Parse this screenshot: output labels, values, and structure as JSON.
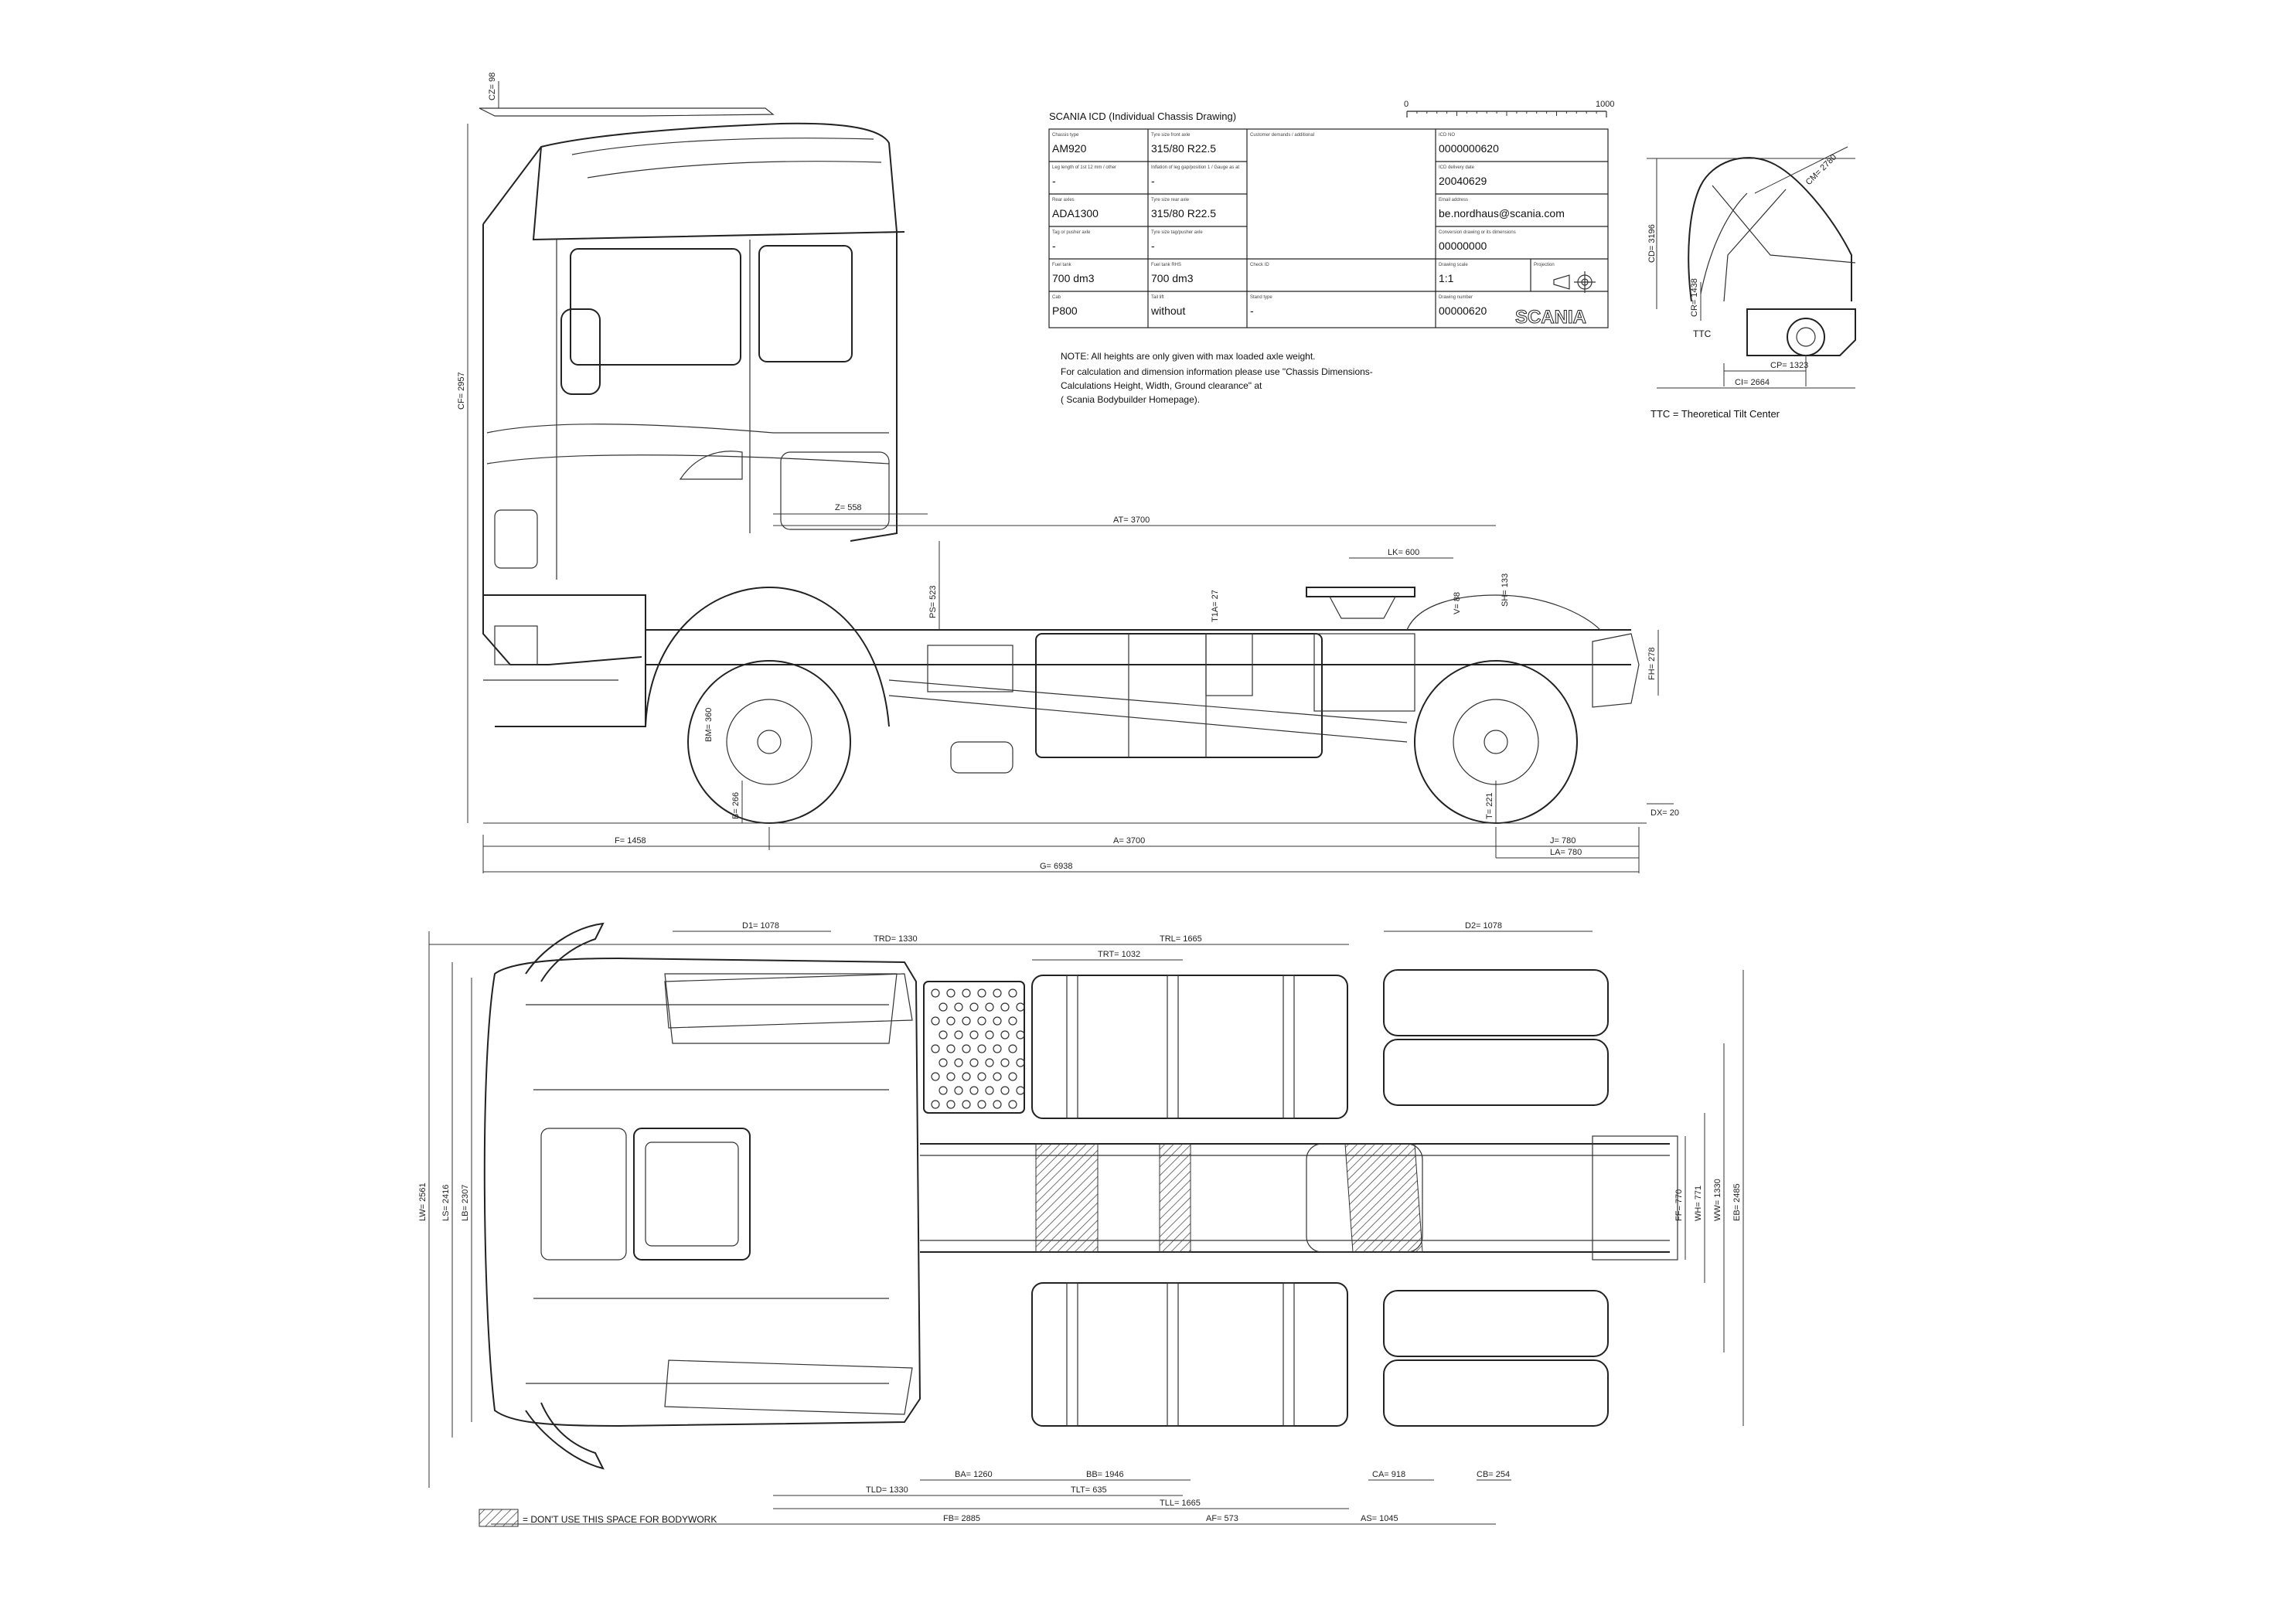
{
  "title_block": {
    "title": "SCANIA ICD (Individual Chassis Drawing)",
    "scale_start": "0",
    "scale_end": "1000",
    "cells": [
      {
        "head": "Chassis type",
        "value": "AM920"
      },
      {
        "head": "Tyre size front axle",
        "value": "315/80 R22.5"
      },
      {
        "head": "Customer demands / additional",
        "value": ""
      },
      {
        "head": "ICD NO",
        "value": "0000000620"
      },
      {
        "head": "Leg length of 1st 12 mm / other",
        "value": "-"
      },
      {
        "head": "Inflation of leg gap/position 1 / Gauge as at",
        "value": "-"
      },
      {
        "head": "ICD delivery date",
        "value": "20040629"
      },
      {
        "head": "Rear axles",
        "value": "ADA1300"
      },
      {
        "head": "Tyre size rear axle",
        "value": "315/80 R22.5"
      },
      {
        "head": "Email address",
        "value": "be.nordhaus@scania.com"
      },
      {
        "head": "Tag or pusher axle",
        "value": "-"
      },
      {
        "head": "Tyre size tag/pusher axle",
        "value": "-"
      },
      {
        "head": "Conversion drawing or its dimensions",
        "value": "00000000"
      },
      {
        "head": "Fuel tank",
        "value": "700 dm3"
      },
      {
        "head": "Fuel tank RHS",
        "value": "700 dm3"
      },
      {
        "head": "Check ID",
        "value": ""
      },
      {
        "head": "Drawing scale",
        "value": "1:1"
      },
      {
        "head": "Projection",
        "value": ""
      },
      {
        "head": "Cab",
        "value": "P800"
      },
      {
        "head": "Tail lift",
        "value": "without"
      },
      {
        "head": "Stand type",
        "value": "-"
      },
      {
        "head": "Drawing number",
        "value": "00000620"
      }
    ],
    "logo": "SCANIA"
  },
  "note": {
    "line1": "NOTE: All heights are only given with max loaded axle weight.",
    "line2": "For calculation and dimension information please use \"Chassis Dimensions-",
    "line3": "Calculations Height, Width, Ground clearance\" at",
    "line4": "( Scania Bodybuilder Homepage)."
  },
  "tilt_view": {
    "labels": {
      "cd": "CD= 3196",
      "cr": "CR= 1438",
      "ttc": "TTC",
      "cm": "CM= 2780",
      "cp": "CP= 1323",
      "ci": "CI= 2664"
    },
    "caption": "TTC = Theoretical Tilt Center"
  },
  "side_view": {
    "dims": {
      "cz": "CZ= 98",
      "cf": "CF= 2957",
      "z": "Z= 558",
      "at": "AT= 3700",
      "lk": "LK= 600",
      "ps": "PS= 523",
      "t1": "T1A= 27",
      "v": "V= 88",
      "sh": "SH= 133",
      "fh": "FH= 278",
      "bm": "BM= 360",
      "b": "B= 266",
      "t2": "T= 221",
      "dx": "DX= 20",
      "f": "F= 1458",
      "a": "A= 3700",
      "j": "J= 780",
      "la": "LA= 780",
      "g": "G= 6938"
    }
  },
  "top_view": {
    "dims": {
      "d1": "D1= 1078",
      "trd": "TRD= 1330",
      "trl": "TRL= 1665",
      "trt": "TRT= 1032",
      "d2": "D2= 1078",
      "ba": "BA= 1260",
      "bb": "BB= 1946",
      "ca": "CA= 918",
      "cb": "CB= 254",
      "tld": "TLD= 1330",
      "tlt": "TLT= 635",
      "tll": "TLL= 1665",
      "fb": "FB= 2885",
      "af": "AF= 573",
      "as": "AS= 1045",
      "lw": "LW= 2561",
      "ls": "LS= 2416",
      "lb": "LB= 2307",
      "fr": "FF= 770",
      "wh": "WH= 771",
      "ww": "WW= 1330",
      "eb": "EB= 2485"
    },
    "legend": "= DON'T USE THIS SPACE FOR BODYWORK"
  }
}
